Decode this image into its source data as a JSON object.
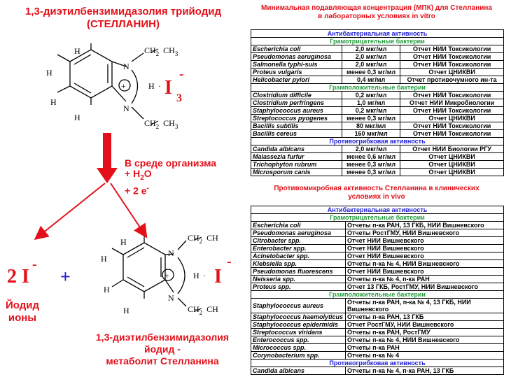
{
  "left": {
    "compound_title_line1": "1,3-диэтилбензимидазолия трийодид",
    "compound_title_line2": "(СТЕЛЛАНИН)",
    "arrow_text_line1": "В среде организма",
    "arrow_text_line2": "+ H",
    "arrow_text_line2_sub": "2",
    "arrow_text_line2_end": "O",
    "arrow_text_line3": "+ 2 e",
    "arrow_text_line3_sup": "-",
    "iodide_count": "2 I",
    "iodide_charge": "-",
    "plus_sign": "+",
    "iodide_label_line1": "Йодид",
    "iodide_label_line2": "ионы",
    "metabolite_line1": "1,3-диэтилбензимидазолия",
    "metabolite_line2": "йодид -",
    "metabolite_line3": "метаболит Стелланина",
    "struct": {
      "H": "H",
      "N": "N",
      "ethyl_ch": "CH",
      "sub2": "2",
      "ch3": "CH",
      "sub3": "3",
      "plus": "+",
      "dot": "·",
      "I": "I",
      "minus": "-",
      "tri": "3"
    }
  },
  "table1": {
    "title_line1": "Минимальная подавляющая концентрация (МПК)  для Стелланина",
    "title_line2": "в лабораторных условиях in vitro",
    "sections": [
      {
        "header": "Антибактериальная активность",
        "color": "blue",
        "rows": []
      },
      {
        "header": "Грамотрицательные бактерии",
        "color": "green",
        "rows": [
          [
            "Escherichia coli",
            "2,0 мкг/мл",
            "Отчет НИИ Токсикологии"
          ],
          [
            "Pseudomonas aeruginosa",
            "2,0 мкг/мл",
            "Отчет НИИ Токсикологии"
          ],
          [
            "Salmonella typhi-suis",
            "2,0 мкг/мл",
            "Отчет НИИ Токсикологии"
          ],
          [
            "Proteus vulgaris",
            "менее 0,3 мг/мл",
            "Отчет ЦНИКВИ"
          ],
          [
            "Helicobacter pylori",
            "0,4 мг/мл",
            "Отчет противочумного ин-та"
          ]
        ]
      },
      {
        "header": "Грамположительные бактерии",
        "color": "green",
        "rows": [
          [
            "Clostridium difficile",
            "0,2 мкг/мл",
            "Отчет НИИ Токсикологии"
          ],
          [
            "Clostridium perfringens",
            "1,0 мг/мл",
            "Отчет НИИ Микробиологии"
          ],
          [
            "Staphylococcus aureus",
            "0,2 мкг/мл",
            "Отчет НИИ Токсикологии"
          ],
          [
            "Streptococcus pyogenes",
            "менее 0,3 мг/мл",
            "Отчет ЦНИКВИ"
          ],
          [
            "Bacillis subtilis",
            "80 мкг/мл",
            "Отчет НИИ Токсикологии"
          ],
          [
            "Bacillis cereus",
            "160 мкг/мл",
            "Отчет НИИ Токсикологии"
          ]
        ]
      },
      {
        "header": "Противогрибковая активность",
        "color": "blue",
        "rows": [
          [
            "Candida albicans",
            "2,0 мкг/мл",
            "Отчет НИИ Биологии РГУ"
          ],
          [
            "Malassezia furfur",
            "менее 0,6 мг/мл",
            "Отчет ЦНИКВИ"
          ],
          [
            "Trichophyton rubrum",
            "менее 0,3 мг/мл",
            "Отчет ЦНИКВИ"
          ],
          [
            "Microsporum canis",
            "менее 0,3 мг/мл",
            "Отчет ЦНИКВИ"
          ]
        ]
      }
    ]
  },
  "table2": {
    "title_line1": "Противомикробная активность Стелланина в клинических",
    "title_line2": "условиях in vivo",
    "sections": [
      {
        "header": "Антибактериальная активность",
        "color": "blue",
        "rows": []
      },
      {
        "header": "Грамотрицательные бактерии",
        "color": "green",
        "rows": [
          [
            "Escherichia coli",
            "Отчеты п-ка РАН, 13 ГКБ, НИИ Вишневского"
          ],
          [
            "Pseudomonas aeruginosa",
            "Отчеты РостГМУ, НИИ Вишневского"
          ],
          [
            "Citrobacter spp.",
            "Отчет НИИ Вишневского"
          ],
          [
            "Enterobacter spp.",
            "Отчет НИИ Вишневского"
          ],
          [
            "Acinetobacter spp.",
            "Отчет НИИ Вишневского"
          ],
          [
            "Klebsiella spp.",
            "Отчеты п-ка № 4, НИИ Вишневского"
          ],
          [
            "Pseudomonas fluorescens",
            "Отчет НИИ Вишневского"
          ],
          [
            "Neisseria spp.",
            "Отчеты п-ка № 4, п-ка РАН"
          ],
          [
            "Proteus spp.",
            "Отчет 13 ГКБ, РостГМУ, НИИ Вишневского"
          ]
        ]
      },
      {
        "header": "Грамположительные бактерии",
        "color": "green",
        "rows": [
          [
            "Staphylococcus aureus",
            "Отчеты п-ка РАН, п-ка № 4, 13 ГКБ, НИИ Вишневского"
          ],
          [
            "Staphylococcus haemolyticus",
            "Отчеты п-ка РАН, 13 ГКБ"
          ],
          [
            "Staphylococcus epidermidis",
            "Отчет РостГМУ, НИИ Вишневского"
          ],
          [
            "Streptococcus viridans",
            "Отчеты п-ка РАН, РостГМУ"
          ],
          [
            "Enterococcus spp.",
            "Отчеты п-ка № 4, НИИ Вишневского"
          ],
          [
            "Micrococcus spp.",
            "Отчеты п-ка РАН"
          ],
          [
            "Corynobacterium spp.",
            "Отчеты п-ка № 4"
          ]
        ]
      },
      {
        "header": "Противогрибковая активность",
        "color": "blue",
        "rows": [
          [
            "Candida albicans",
            "Отчеты п-ка № 4, п-ка РАН, 13 ГКБ"
          ]
        ]
      }
    ]
  }
}
